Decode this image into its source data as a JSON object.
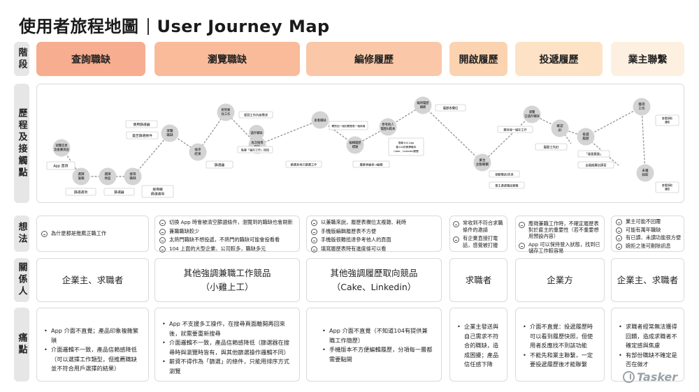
{
  "title": {
    "main": "使用者旅程地圖",
    "sub": "User Journey Map"
  },
  "row_labels": {
    "stage": "階段",
    "touchpoints": "歷程及接觸點",
    "thoughts": "想法",
    "stakeholders": "關係人",
    "pain": "痛點"
  },
  "stages": [
    {
      "label": "查詢職缺",
      "color": "#f7ad8f"
    },
    {
      "label": "瀏覽職缺",
      "color": "#f9bb9a"
    },
    {
      "label": "編修履歷",
      "color": "#fac8a8"
    },
    {
      "label": "開啟履歷",
      "color": "#fcd3b0"
    },
    {
      "label": "投遞履歷",
      "color": "#fde2c6"
    },
    {
      "label": "業主聯繫",
      "color": "#fdf0e0"
    }
  ],
  "journey": {
    "nodes": [
      {
        "label": [
          "瀏覽首頁",
          "及推薦頁面"
        ]
      },
      {
        "label": [
          "選擇",
          "兼職"
        ]
      },
      {
        "label": [
          "選擇",
          "地區"
        ]
      },
      {
        "label": [
          "搜尋",
          "職缺"
        ]
      },
      {
        "label": [
          "瀏覽",
          "職缺"
        ]
      },
      {
        "label": [
          "排序",
          "結果"
        ]
      },
      {
        "label": [
          "想到要",
          "找工作"
        ]
      },
      {
        "label": [
          "儲存職缺"
        ]
      },
      {
        "label": [
          "再次搜尋",
          "職缺"
        ]
      },
      {
        "label": [
          "查看職缺"
        ]
      },
      {
        "label": [
          "編修履歷",
          "細節"
        ]
      },
      {
        "label": [
          "參考他人",
          "履歷&範本"
        ]
      },
      {
        "label": [
          "編輯履歷",
          "標題"
        ]
      },
      {
        "label": [
          "業主",
          "主動聯繫"
        ]
      },
      {
        "label": [
          "瀏覽",
          "已儲存職缺"
        ]
      },
      {
        "label": [
          "確認",
          "JD"
        ]
      },
      {
        "label": [
          "投遞",
          "履歷"
        ]
      },
      {
        "label": [
          "獲得",
          "工作"
        ]
      },
      {
        "label": [
          "未獲",
          "錄取"
        ]
      }
    ],
    "touchpoints": [
      {
        "label": [
          "App 首頁"
        ]
      },
      {
        "label": [
          "篩選選項"
        ]
      },
      {
        "label": [
          "篩選器"
        ]
      },
      {
        "label": [
          "搜尋欄",
          "篩選選項"
        ]
      },
      {
        "label": [
          "使用篩選器"
        ]
      },
      {
        "label": [
          "是否篩選條件"
        ]
      },
      {
        "label": [
          "篩選器"
        ]
      },
      {
        "label": [
          "想到工作內容需求"
        ]
      },
      {
        "label": [
          "點擊「儲存工作」按鈕"
        ]
      },
      {
        "label": [
          "篩選其他已篩選工作"
        ]
      },
      {
        "label": [
          "需對加一個的履歷表一個新增"
        ]
      },
      {
        "label": [
          "履歷表編修→編輯"
        ]
      },
      {
        "label": [
          "履歷表欄位"
        ]
      },
      {
        "label": [
          "搜尋104 App",
          "看104的教學範本",
          "Cake、Linkedin履歷"
        ]
      },
      {
        "label": [
          "需對我一儲存工作"
        ]
      },
      {
        "label": [
          "接聽電話/訊息"
        ]
      },
      {
        "label": [
          "業主邀請電話聯繫"
        ]
      },
      {
        "label": [
          "履歷工作JD"
        ]
      },
      {
        "label": [
          "「我要應徵」"
        ]
      },
      {
        "label": [
          "自我推薦信撰寫"
        ]
      },
      {
        "label": [
          "查看錄取",
          "通知"
        ]
      },
      {
        "label": [
          "查看錄取",
          "通知"
        ]
      }
    ]
  },
  "thoughts": [
    [
      "為什麼都是推薦正職工作"
    ],
    [
      "切換 App 時會被清空篩選條件，瀏覽到的職缺也會刷新",
      "兼職職缺較少",
      "太熱門職缺不想投遞，不熱門的職缺可能會投看看",
      "104 上面的大型企業、公司較多，職缺多元"
    ],
    [
      "以兼職來說，履歷表欄位太複雜、耗時",
      "手機版編輯履歷表不方便",
      "手機版很難抵達參考他人的頁面",
      "填寫履歷表時有進度條可以看"
    ],
    [
      "常收到不符合求職條件的邀請",
      "有企業直接打電話，感覺被打擾"
    ],
    [
      "應徵兼職工作時，不確定履歷表對於雇主的重要性（若不重要想用預設內容）",
      "App 可以保持登入狀態，找到已儲存工作較容易"
    ],
    [
      "業主可能不回覆",
      "可能有萬年職缺",
      "有已讀、未讀功能很方便",
      "婉拒之後可刪除訊息"
    ]
  ],
  "stakeholders": [
    [
      "企業主、求職者"
    ],
    [
      "其他強調兼職工作競品",
      "（小雞上工）"
    ],
    [
      "其他強調履歷取向競品",
      "（Cake、Linkedin）"
    ],
    [
      "求職者"
    ],
    [
      "企業方"
    ],
    [
      "企業主、求職者"
    ]
  ],
  "pain_points": [
    [
      "App 介面不直覺；產品印象複雜繁瑣",
      "介面邏輯不一致，產品信賴感降低（可以選擇工作類型，但推薦職缺並不符合用戶選擇的結果）"
    ],
    [
      "App 不支援多工操作，在搜尋頁面離開再回來後，就需要重新搜尋",
      "介面邏輯不一致，產品信賴感降低（篩選器在搜尋時與瀏覽時皆有，與其他篩選操作邏輯不同）",
      "薪資不得作為「篩選」的條件，只能用排序方式瀏覽"
    ],
    [
      "App 介面不直覺（不知道104有提供兼職工作簡歷）",
      "手機版本不方便編輯履歷，分項每一層都需要點開"
    ],
    [
      "企業主發送與自己需求不符合的職缺，造成困擾；產品信任感下降"
    ],
    [
      "介面不直覺：投遞履歷時可以看到履歷快照，但使用者反應找不到該功能",
      "不能先和業主聯繫，一定要投遞履歷後才能聯繫"
    ],
    [
      "求職者經常無法獲得回饋，造成求職者不確定感與焦慮",
      "有部份職缺不確定是否在做才"
    ]
  ],
  "logo": "Tasker",
  "colors": {
    "node": "#d4d4d4",
    "line": "#9a9a9a",
    "touchpoint_border": "#cfcfcf"
  }
}
